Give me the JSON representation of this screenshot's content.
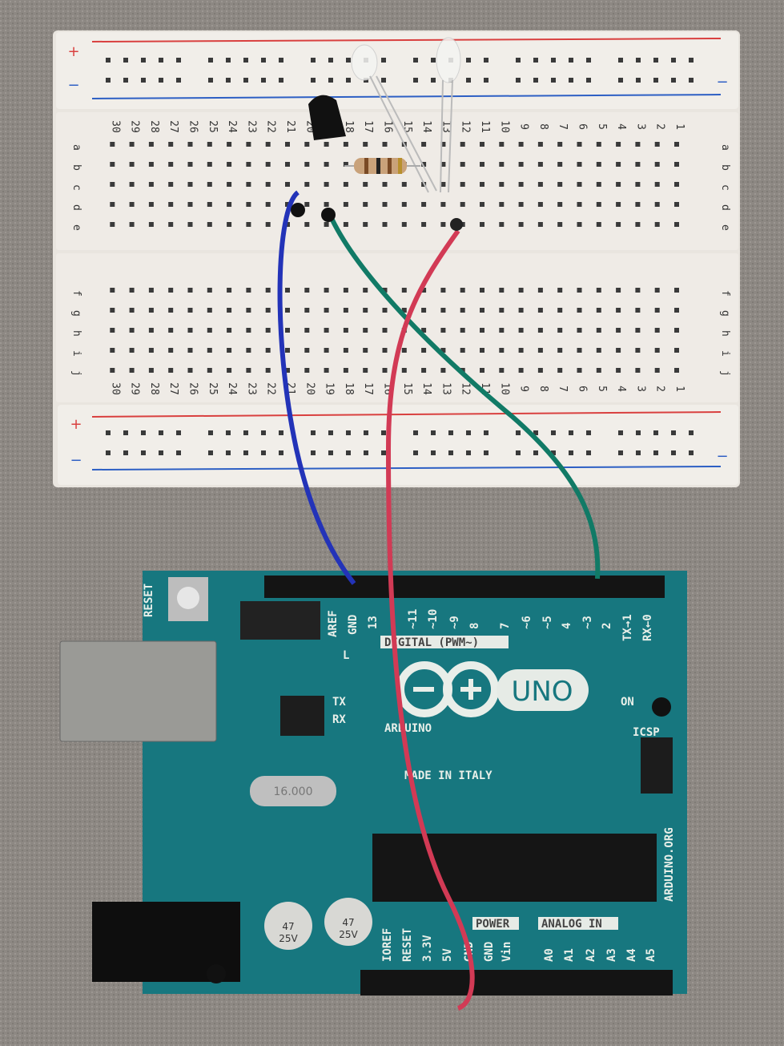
{
  "breadboard": {
    "column_numbers": [
      "1",
      "2",
      "3",
      "4",
      "5",
      "6",
      "7",
      "8",
      "9",
      "10",
      "11",
      "12",
      "13",
      "14",
      "15",
      "16",
      "17",
      "18",
      "19",
      "20",
      "21",
      "22",
      "23",
      "24",
      "25",
      "26",
      "27",
      "28",
      "29",
      "30"
    ],
    "row_letters_top": [
      "a",
      "b",
      "c",
      "d",
      "e"
    ],
    "row_letters_bottom": [
      "f",
      "g",
      "h",
      "i",
      "j"
    ],
    "rail_plus": "+",
    "rail_minus": "−"
  },
  "arduino": {
    "reset_label": "RESET",
    "aref_label": "AREF",
    "digital_pins": [
      "GND",
      "13",
      "~11",
      "~10",
      "~9",
      "8",
      "7",
      "~6",
      "~5",
      "4",
      "~3",
      "2",
      "TX→1",
      "RX←0"
    ],
    "digital_label": "DIGITAL (PWM~)",
    "logo_text": "ARDUINO",
    "model": "UNO",
    "tx_label": "TX",
    "rx_label": "RX",
    "l_label": "L",
    "on_label": "ON",
    "icsp_label": "ICSP",
    "made_in": "MADE IN ITALY",
    "crystal": "16.000",
    "website": "ARDUINO.ORG",
    "capacitor_1": [
      "47",
      "25V"
    ],
    "capacitor_2": [
      "47",
      "25V"
    ],
    "power_label": "POWER",
    "analog_label": "ANALOG IN",
    "power_pins": [
      "IOREF",
      "RESET",
      "3.3V",
      "5V",
      "GND",
      "GND",
      "Vin"
    ],
    "analog_pins": [
      "A0",
      "A1",
      "A2",
      "A3",
      "A4",
      "A5"
    ]
  },
  "colors": {
    "pcb": "#17777f",
    "breadboard": "#eeeae4",
    "wire_blue": "#2333b8",
    "wire_green": "#117a66",
    "wire_red": "#d23a55",
    "rail_red": "#d9403f",
    "rail_blue": "#2d5fc4"
  }
}
